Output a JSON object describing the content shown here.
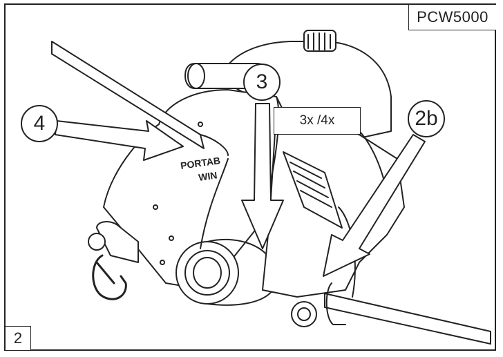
{
  "model_label": "PCW5000",
  "figure_number": "2",
  "speed_label": "3x /4x",
  "callouts": {
    "c3": "3",
    "c4": "4",
    "c2b": "2b"
  },
  "engine_brand_text": [
    "PORTAB",
    "WIN"
  ],
  "colors": {
    "line": "#222222",
    "background": "#ffffff"
  }
}
